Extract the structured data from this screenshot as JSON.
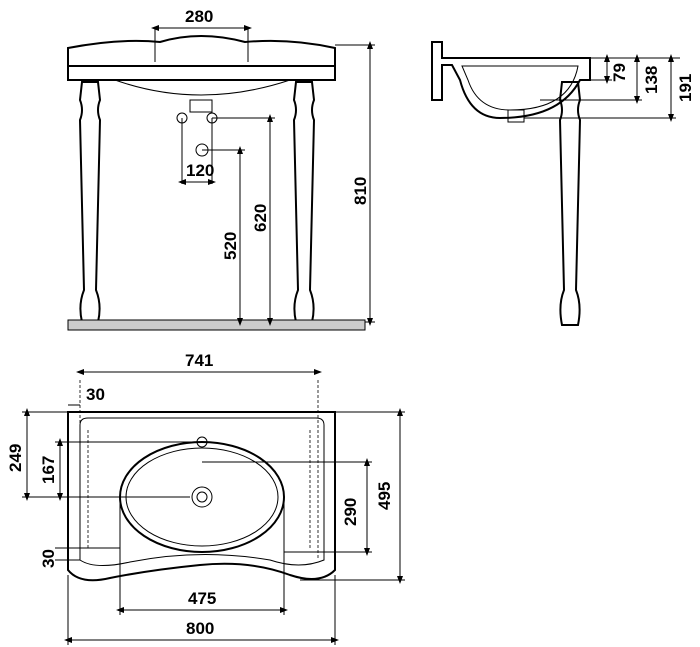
{
  "front_view": {
    "width_holes": "280",
    "drain_spacing": "120",
    "drain_height": "520",
    "supply_height": "620",
    "total_height": "810"
  },
  "side_view": {
    "depth_inner": "79",
    "depth_mid": "138",
    "depth_total": "191"
  },
  "top_view": {
    "inner_width": "741",
    "edge_offset": "30",
    "tap_offset": "249",
    "basin_offset": "167",
    "basin_length": "290",
    "total_depth": "495",
    "front_offset": "30",
    "basin_width": "475",
    "total_width": "800"
  }
}
